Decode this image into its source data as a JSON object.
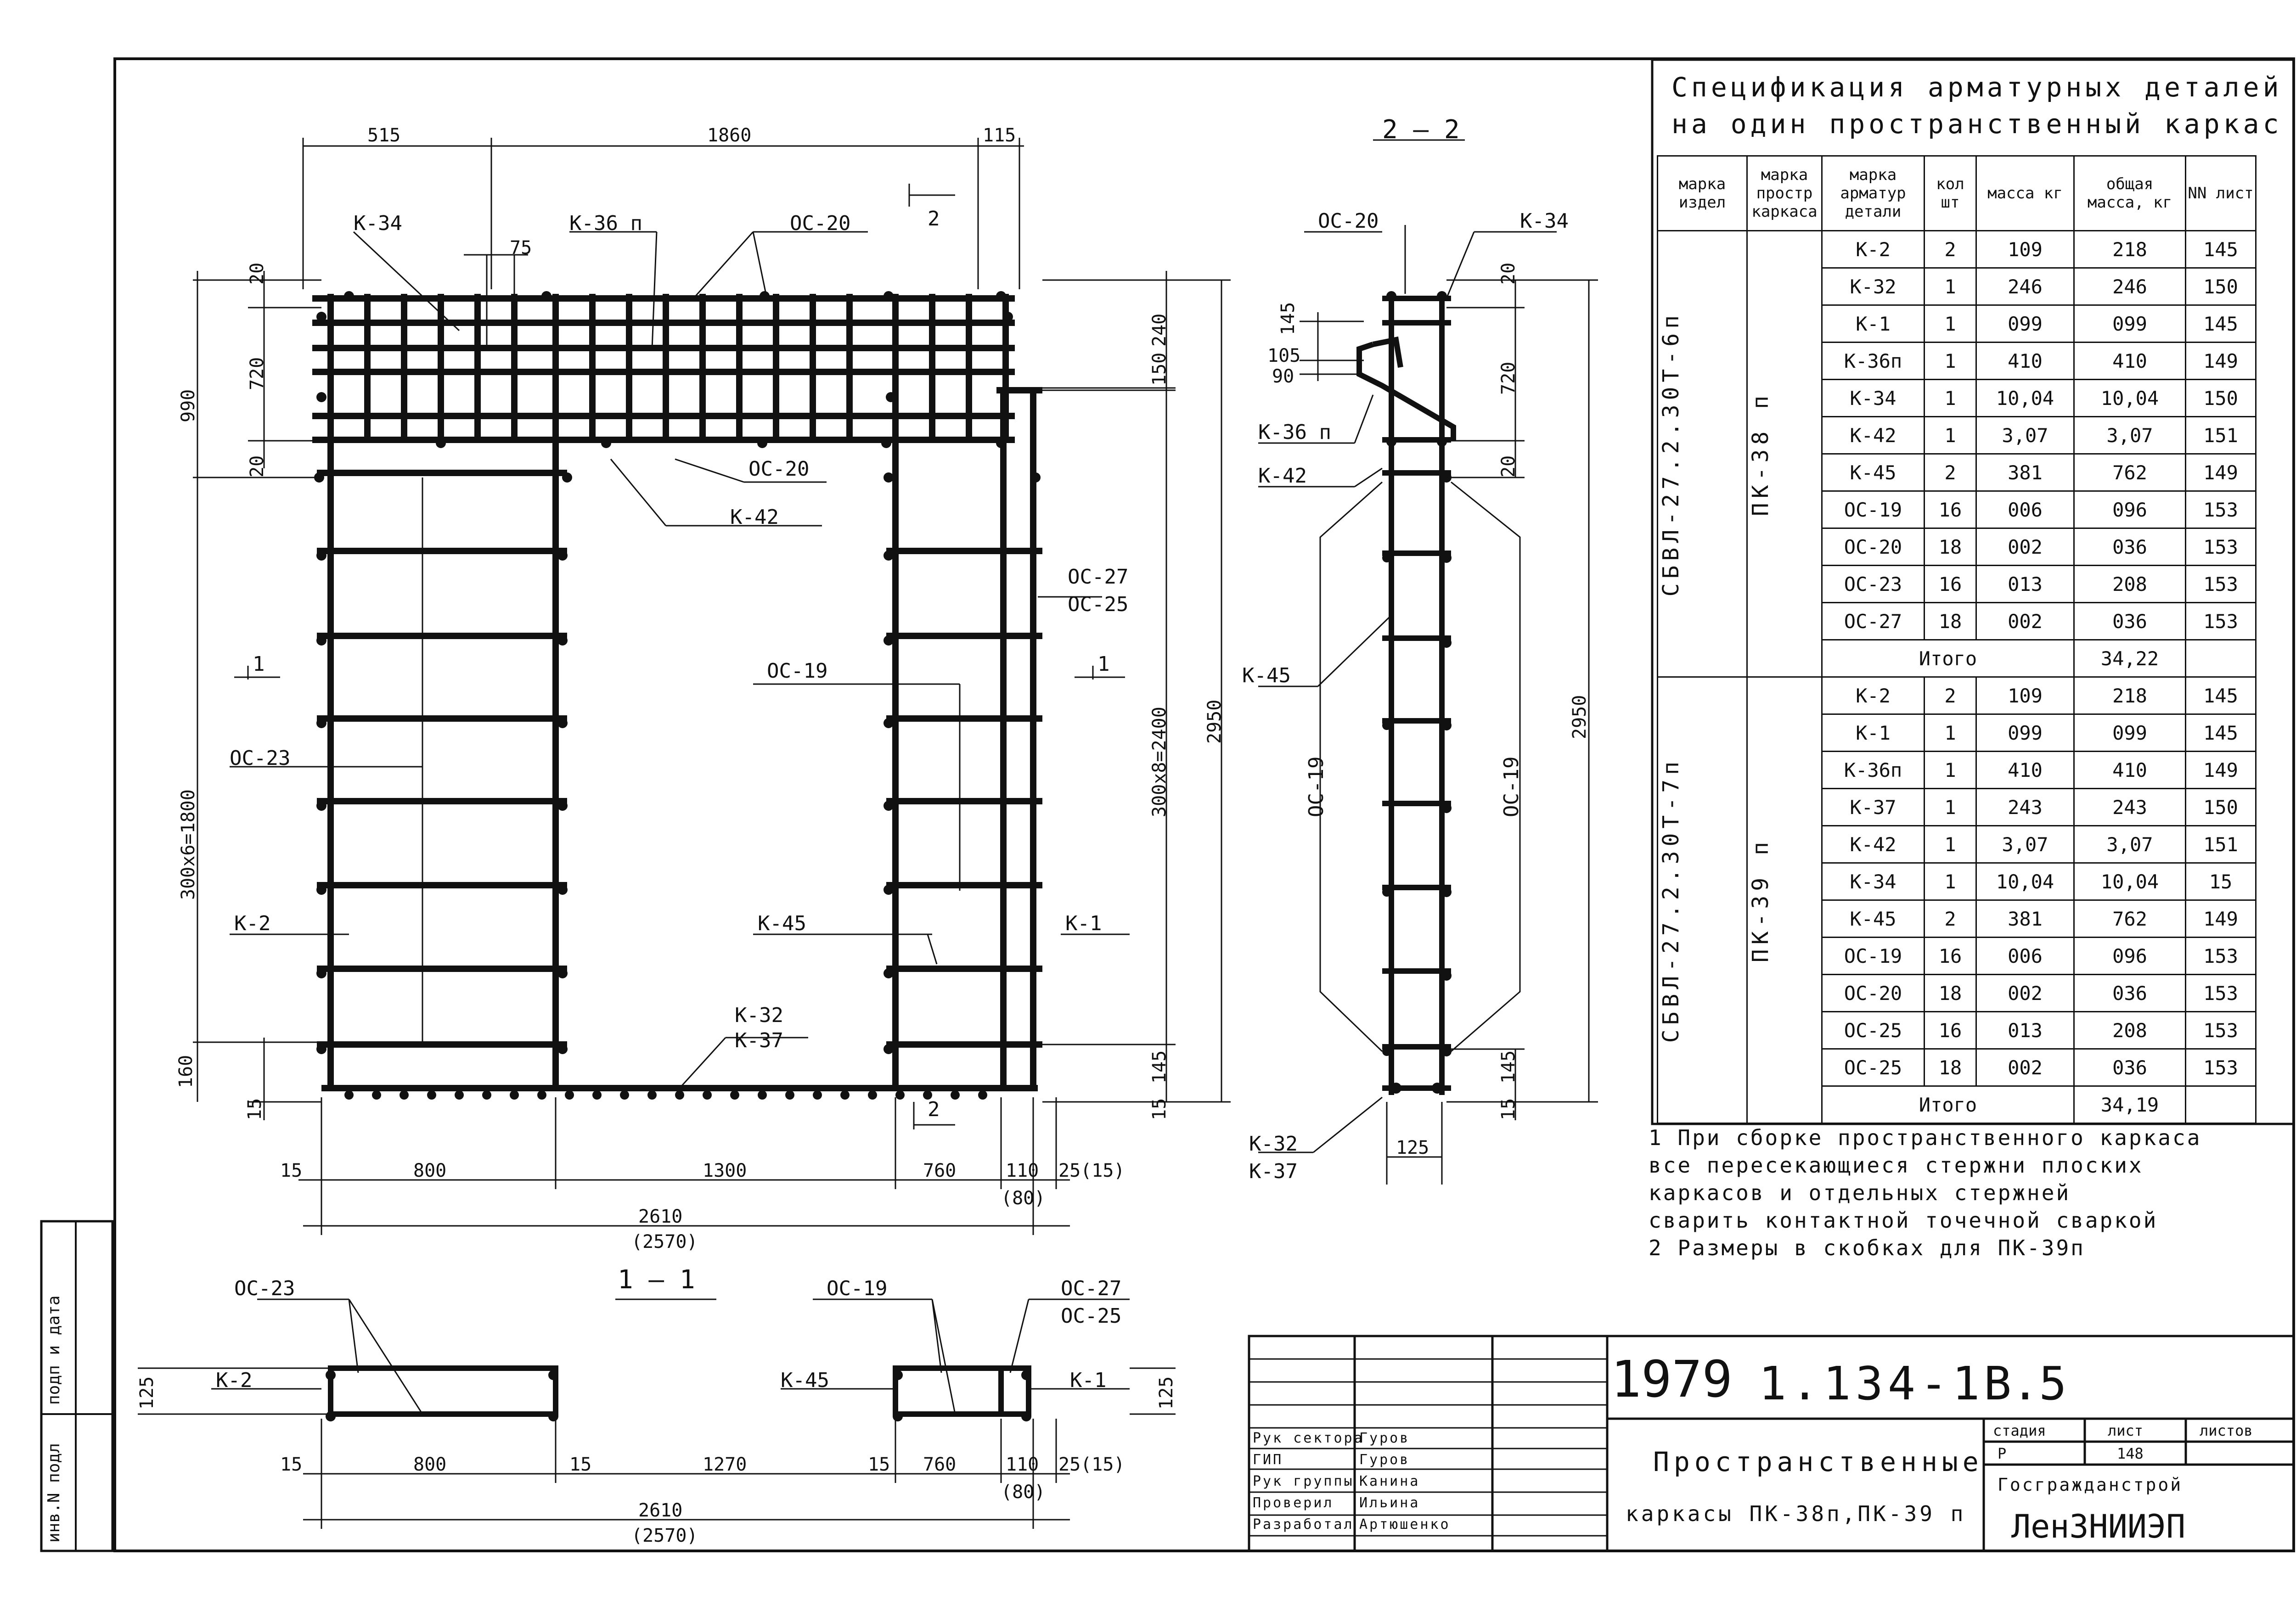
{
  "spec": {
    "title_line1": "Спецификация арматурных деталей",
    "title_line2": "на один пространственный каркас",
    "headers": {
      "marka_izdel": "марка издел",
      "marka_prostr": "марка простр каркаса",
      "marka_det": "марка арматур детали",
      "kol": "кол шт",
      "massa": "масса кг",
      "obshaya": "общая масса, кг",
      "list": "NN лист"
    },
    "groups": [
      {
        "izdel": "СБВЛ-27.2.30Т-6п",
        "karkas": "ПК-38 п",
        "rows": [
          {
            "mark": "К-2",
            "qty": "2",
            "mass": "109",
            "total": "218",
            "sheet": "145"
          },
          {
            "mark": "К-32",
            "qty": "1",
            "mass": "246",
            "total": "246",
            "sheet": "150"
          },
          {
            "mark": "К-1",
            "qty": "1",
            "mass": "099",
            "total": "099",
            "sheet": "145"
          },
          {
            "mark": "К-36п",
            "qty": "1",
            "mass": "410",
            "total": "410",
            "sheet": "149"
          },
          {
            "mark": "К-34",
            "qty": "1",
            "mass": "10,04",
            "total": "10,04",
            "sheet": "150"
          },
          {
            "mark": "К-42",
            "qty": "1",
            "mass": "3,07",
            "total": "3,07",
            "sheet": "151"
          },
          {
            "mark": "К-45",
            "qty": "2",
            "mass": "381",
            "total": "762",
            "sheet": "149"
          },
          {
            "mark": "ОС-19",
            "qty": "16",
            "mass": "006",
            "total": "096",
            "sheet": "153"
          },
          {
            "mark": "ОС-20",
            "qty": "18",
            "mass": "002",
            "total": "036",
            "sheet": "153"
          },
          {
            "mark": "ОС-23",
            "qty": "16",
            "mass": "013",
            "total": "208",
            "sheet": "153"
          },
          {
            "mark": "ОС-27",
            "qty": "18",
            "mass": "002",
            "total": "036",
            "sheet": "153"
          }
        ],
        "total_label": "Итого",
        "total": "34,22"
      },
      {
        "izdel": "СБВЛ-27.2.30Т-7п",
        "karkas": "ПК-39 п",
        "rows": [
          {
            "mark": "К-2",
            "qty": "2",
            "mass": "109",
            "total": "218",
            "sheet": "145"
          },
          {
            "mark": "К-1",
            "qty": "1",
            "mass": "099",
            "total": "099",
            "sheet": "145"
          },
          {
            "mark": "К-36п",
            "qty": "1",
            "mass": "410",
            "total": "410",
            "sheet": "149"
          },
          {
            "mark": "К-37",
            "qty": "1",
            "mass": "243",
            "total": "243",
            "sheet": "150"
          },
          {
            "mark": "К-42",
            "qty": "1",
            "mass": "3,07",
            "total": "3,07",
            "sheet": "151"
          },
          {
            "mark": "К-34",
            "qty": "1",
            "mass": "10,04",
            "total": "10,04",
            "sheet": "15"
          },
          {
            "mark": "К-45",
            "qty": "2",
            "mass": "381",
            "total": "762",
            "sheet": "149"
          },
          {
            "mark": "ОС-19",
            "qty": "16",
            "mass": "006",
            "total": "096",
            "sheet": "153"
          },
          {
            "mark": "ОС-20",
            "qty": "18",
            "mass": "002",
            "total": "036",
            "sheet": "153"
          },
          {
            "mark": "ОС-25",
            "qty": "16",
            "mass": "013",
            "total": "208",
            "sheet": "153"
          },
          {
            "mark": "ОС-25",
            "qty": "18",
            "mass": "002",
            "total": "036",
            "sheet": "153"
          }
        ],
        "total_label": "Итого",
        "total": "34,19"
      }
    ]
  },
  "notes": [
    "1 При сборке пространственного каркаса",
    "все пересекающиеся стержни плоских",
    "каркасов и отдельных стержней",
    "сварить контактной точечной сваркой",
    "2 Размеры в скобках для ПК-39п"
  ],
  "drawing": {
    "front": {
      "dims_top": [
        "515",
        "1860",
        "115"
      ],
      "dim_75": "75",
      "dims_left": [
        "20",
        "720",
        "20",
        "990",
        "300х6=1800",
        "160",
        "15"
      ],
      "dims_right": [
        "240",
        "150",
        "300х8=2400",
        "2950",
        "145",
        "15"
      ],
      "dims_bottom": [
        "15",
        "800",
        "1300",
        "760",
        "110",
        "25(15)",
        "(80)",
        "2610",
        "(2570)"
      ],
      "labels": [
        "К-34",
        "К-36 п",
        "ОС-20",
        "ОС-20",
        "К-42",
        "ОС-27",
        "ОС-25",
        "ОС-19",
        "ОС-23",
        "К-2",
        "К-45",
        "К-1",
        "К-32",
        "К-37"
      ],
      "section_top": "2",
      "section_bottom": "2",
      "section_left": "1",
      "section_right": "1"
    },
    "side": {
      "title": "2 — 2",
      "dims": [
        "145",
        "105",
        "90",
        "720",
        "20",
        "20",
        "2950",
        "145",
        "15",
        "125"
      ],
      "labels": [
        "ОС-20",
        "К-34",
        "К-36 п",
        "К-42",
        "К-45",
        "ОС-19",
        "ОС-19",
        "К-32",
        "К-37"
      ]
    },
    "sect11": {
      "title": "1 — 1",
      "left_labels": [
        "ОС-23",
        "К-2"
      ],
      "right_labels": [
        "ОС-19",
        "ОС-27",
        "ОС-25",
        "К-45",
        "К-1"
      ],
      "dim_125": "125",
      "dims_bottom": [
        "15",
        "800",
        "15",
        "1270",
        "15",
        "760",
        "110",
        "25(15)",
        "(80)",
        "2610",
        "(2570)"
      ]
    }
  },
  "titleblock": {
    "year": "1979",
    "series": "1.134-1",
    "issue": "В.5",
    "name1": "Пространственные",
    "name2": "каркасы ПК-38п,ПК-39 п",
    "stage_label": "стадия",
    "sheet_label": "лист",
    "sheets_label": "листов",
    "stage": "Р",
    "sheet": "148",
    "org1": "Госгражданстрой",
    "org2": "ЛенЗНИИЭП",
    "roles": [
      {
        "role": "Рук сектора",
        "name": "Гуров"
      },
      {
        "role": "ГИП",
        "name": "Гуров"
      },
      {
        "role": "Рук группы",
        "name": "Канина"
      },
      {
        "role": "Проверил",
        "name": "Ильина"
      },
      {
        "role": "Разработал",
        "name": "Артюшенко"
      }
    ],
    "side_stamp": [
      "инв.N подл",
      "подп и дата"
    ]
  }
}
